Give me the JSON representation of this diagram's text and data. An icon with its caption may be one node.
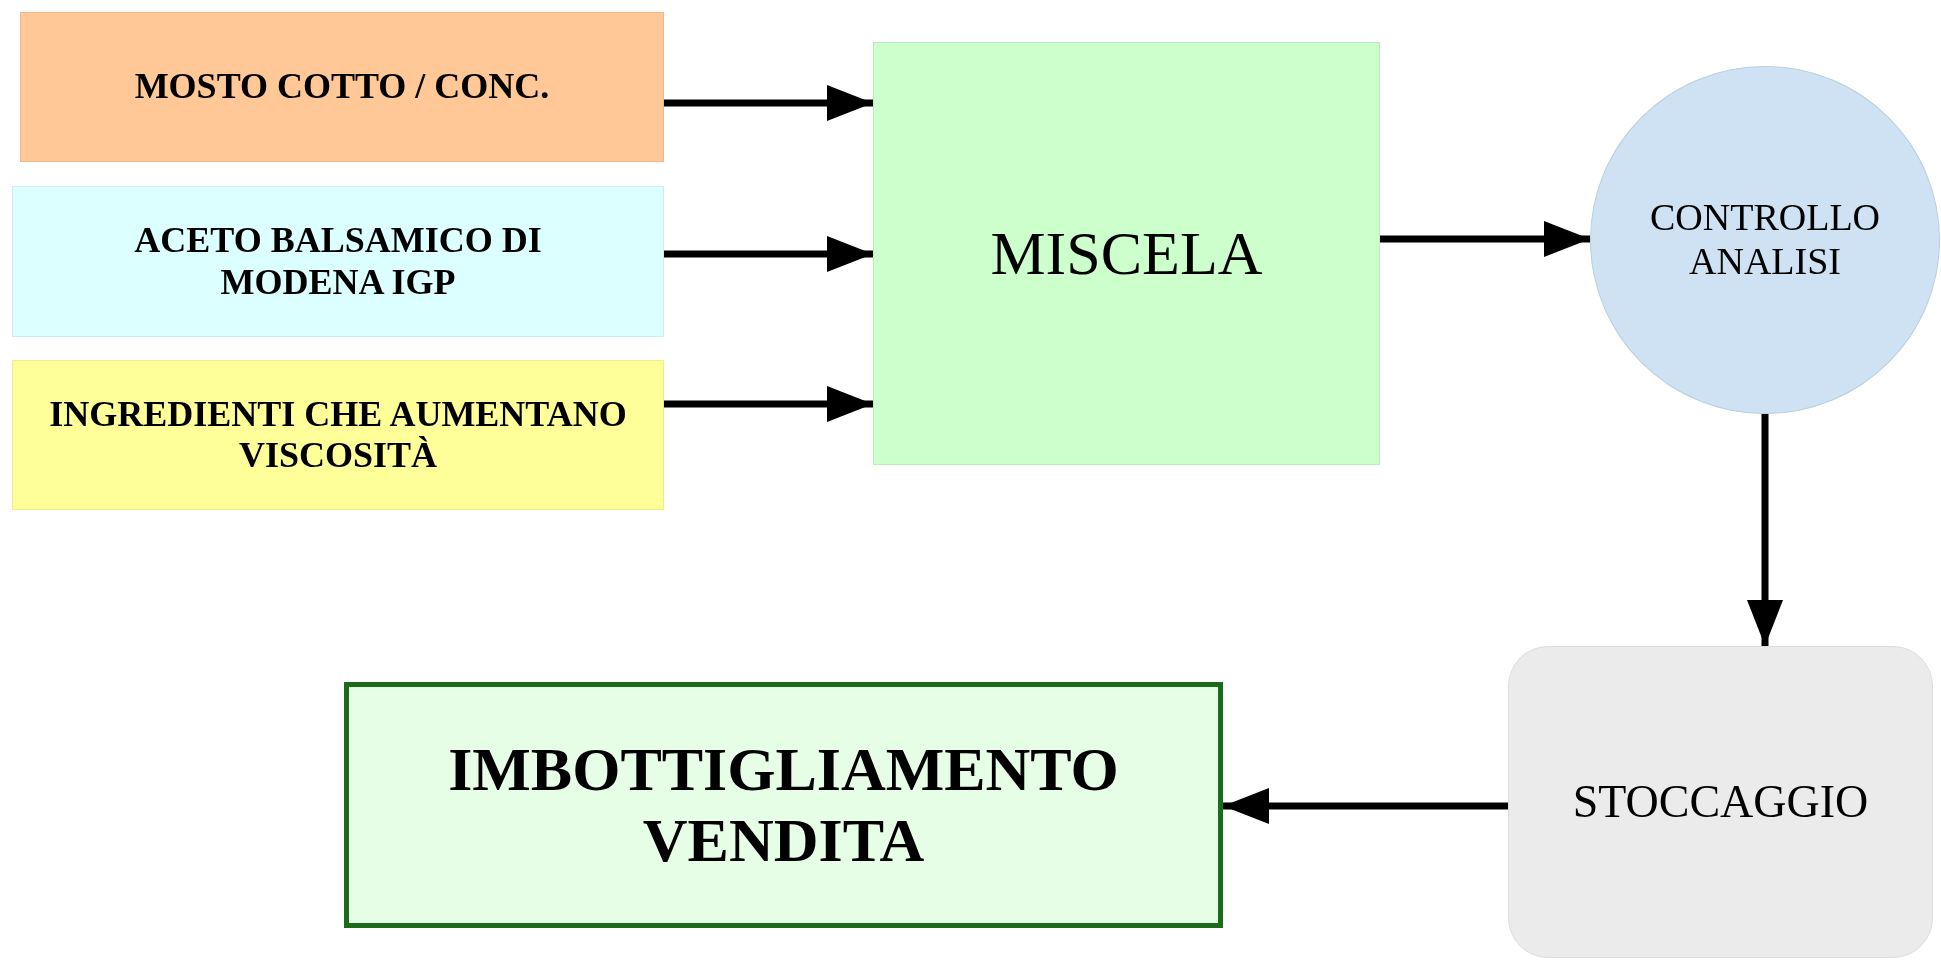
{
  "diagram": {
    "nodes": [
      {
        "text": [
          "MOSTO COTTO / CONC."
        ]
      },
      {
        "text": [
          "ACETO BALSAMICO DI MODENA IGP"
        ]
      },
      {
        "text": [
          "INGREDIENTI CHE AUMENTANO VISCOSITÀ"
        ]
      },
      {
        "text": [
          "MISCELA"
        ]
      },
      {
        "text": [
          "CONTROLLO ANALISI"
        ]
      },
      {
        "text": [
          "STOCCAGGIO"
        ]
      },
      {
        "text": [
          "IMBOTTIGLIAMENTO VENDITA"
        ]
      }
    ],
    "edges": [
      {
        "from": 0,
        "to": 3,
        "arrow": "to"
      },
      {
        "from": 1,
        "to": 3,
        "arrow": "to"
      },
      {
        "from": 2,
        "to": 3,
        "arrow": "to"
      },
      {
        "from": 3,
        "to": 4,
        "arrow": "to"
      },
      {
        "from": 4,
        "to": 5,
        "arrow": "to"
      },
      {
        "from": 5,
        "to": 6,
        "arrow": "to"
      }
    ]
  }
}
